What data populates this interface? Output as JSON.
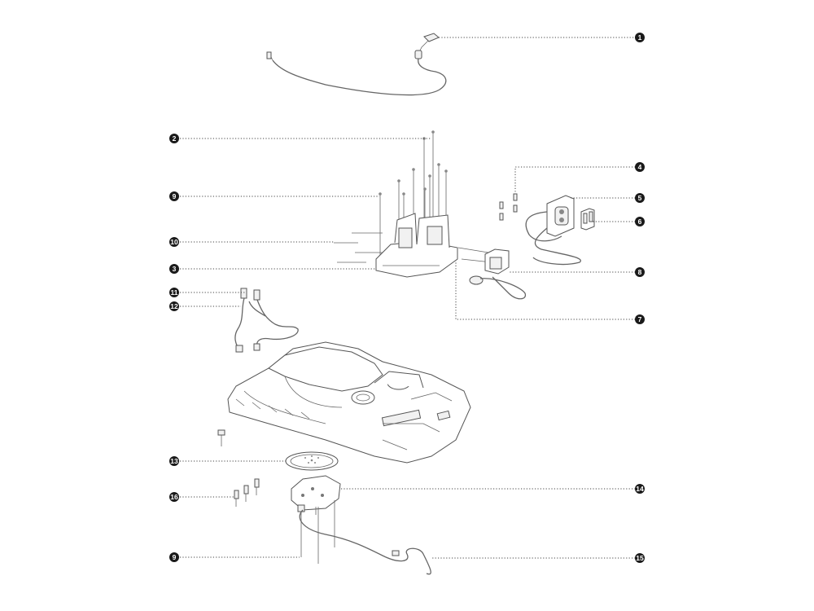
{
  "diagram": {
    "callouts": [
      {
        "label": "1"
      },
      {
        "label": "2"
      },
      {
        "label": "9"
      },
      {
        "label": "10"
      },
      {
        "label": "3"
      },
      {
        "label": "11"
      },
      {
        "label": "12"
      },
      {
        "label": "4"
      },
      {
        "label": "5"
      },
      {
        "label": "6"
      },
      {
        "label": "8"
      },
      {
        "label": "7"
      },
      {
        "label": "13"
      },
      {
        "label": "16"
      },
      {
        "label": "9"
      },
      {
        "label": "14"
      },
      {
        "label": "15"
      }
    ]
  }
}
